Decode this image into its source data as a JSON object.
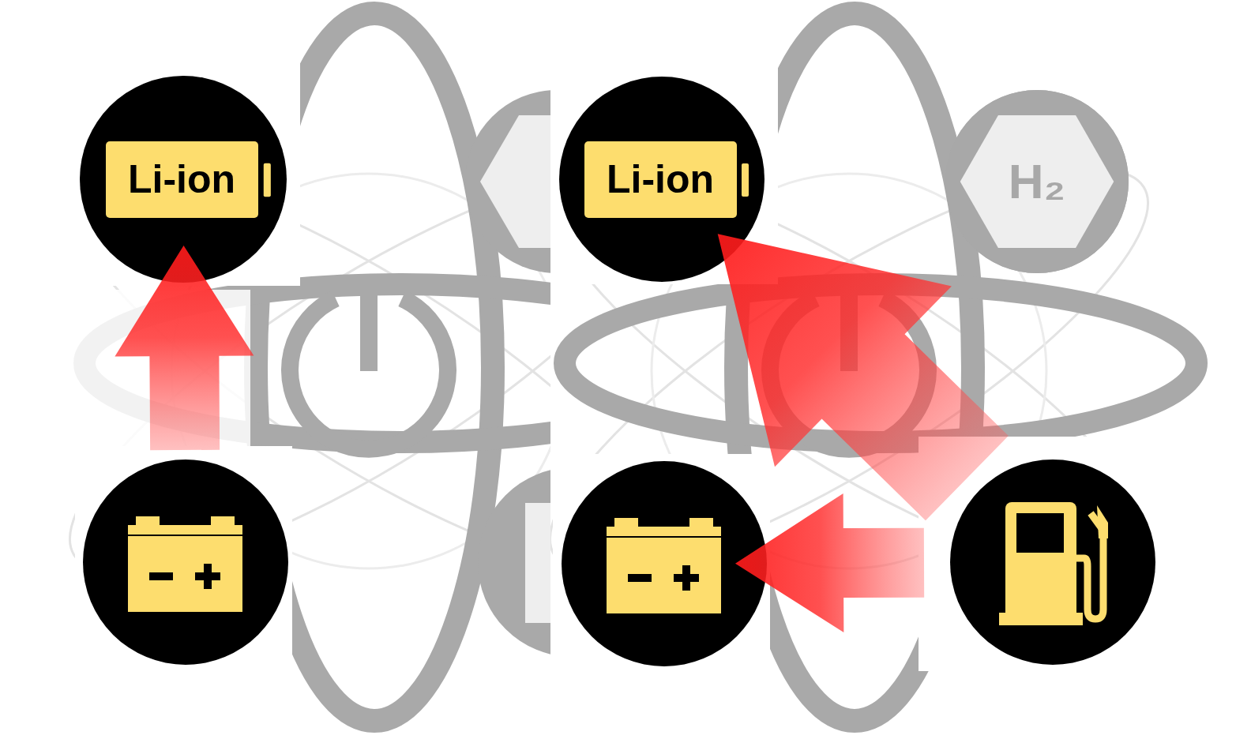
{
  "diagram": {
    "nodes": [
      {
        "text": [
          "Li-ion"
        ]
      },
      {
        "text": [
          "Li-ion"
        ]
      },
      {
        "text": [
          "H₂"
        ]
      },
      {
        "text": []
      },
      {
        "text": []
      },
      {
        "text": []
      }
    ],
    "edges": [
      {
        "from": 3,
        "to": 0,
        "arrow": "to"
      },
      {
        "from": 5,
        "to": 4,
        "arrow": "to"
      },
      {
        "from": 5,
        "to": 1,
        "arrow": "to"
      }
    ]
  }
}
